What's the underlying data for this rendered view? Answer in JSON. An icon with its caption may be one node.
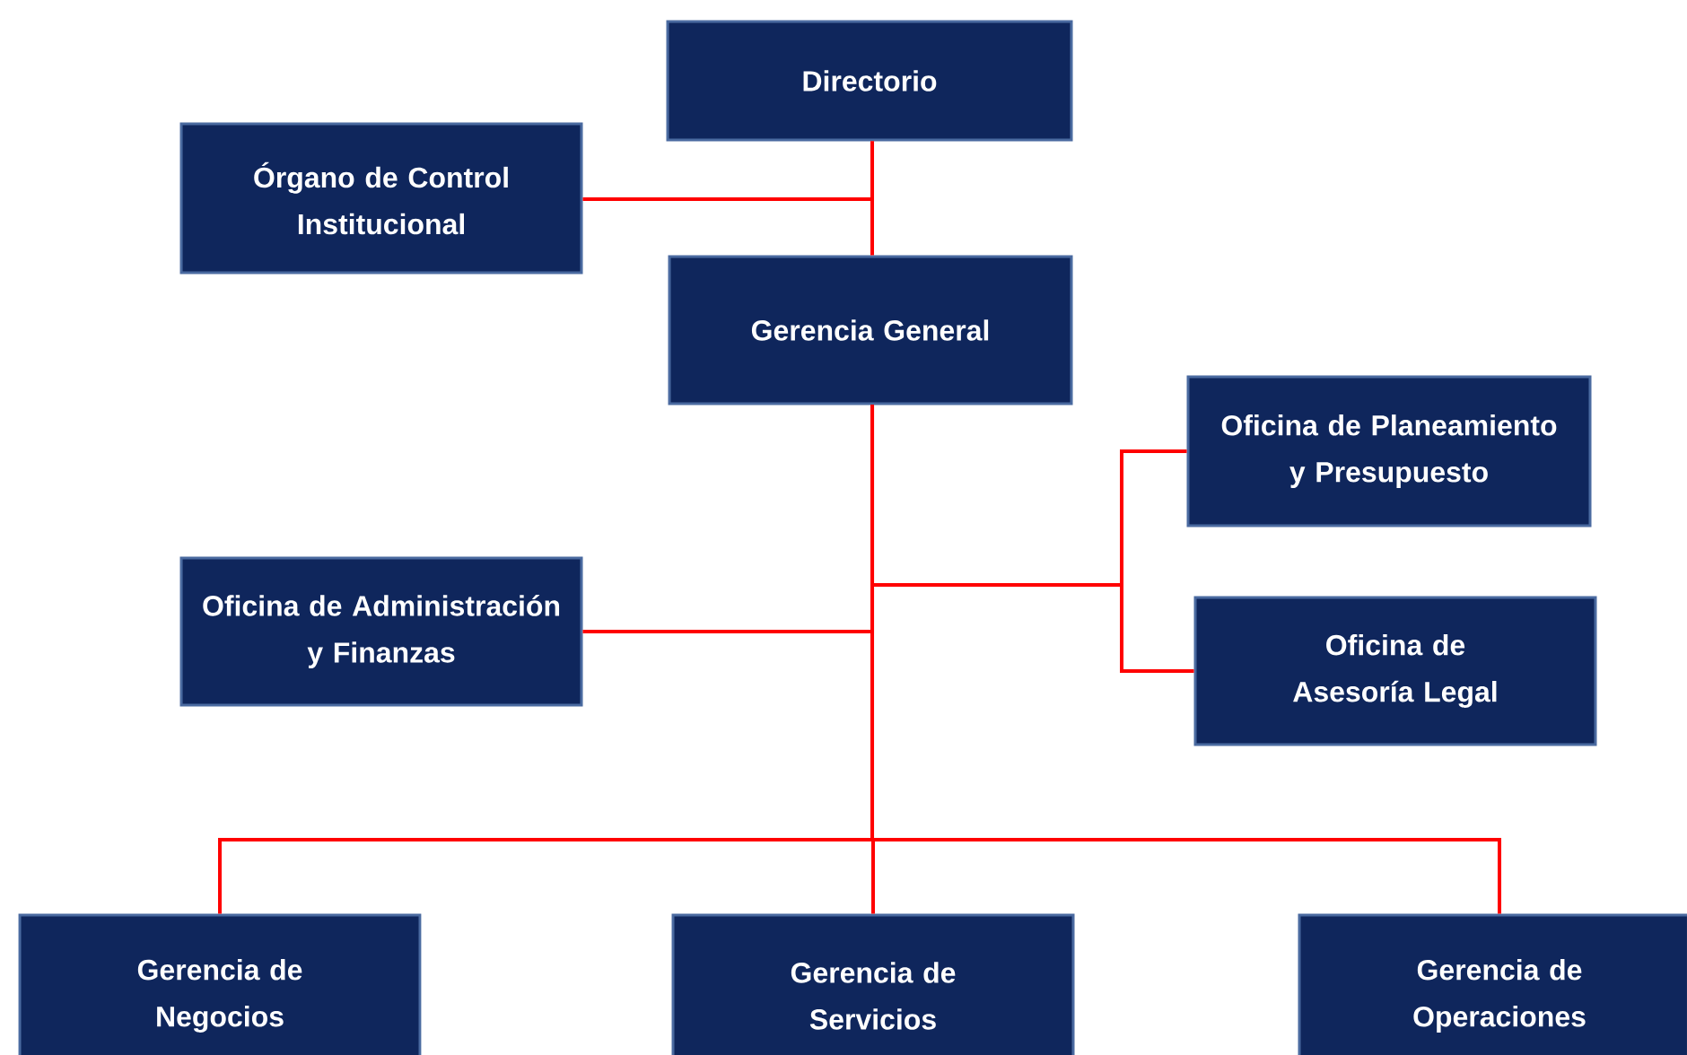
{
  "diagram": {
    "nodes": [
      {
        "text": [
          "Directorio"
        ]
      },
      {
        "text": [
          "Órgano de Control Institucional"
        ]
      },
      {
        "text": [
          "Gerencia General"
        ]
      },
      {
        "text": [
          "Oficina de Planeamiento y Presupuesto"
        ]
      },
      {
        "text": [
          "Oficina de Asesoría Legal"
        ]
      },
      {
        "text": [
          "Oficina de Administración y Finanzas"
        ]
      },
      {
        "text": [
          "Gerencia de Negocios"
        ]
      },
      {
        "text": [
          "Gerencia de Servicios"
        ]
      },
      {
        "text": [
          "Gerencia de Operaciones"
        ]
      }
    ],
    "edges": [
      {
        "from": 0,
        "to": 2,
        "arrow": "none"
      },
      {
        "from": 0,
        "to": 1,
        "arrow": "none"
      },
      {
        "from": 2,
        "to": 3,
        "arrow": "none"
      },
      {
        "from": 2,
        "to": 4,
        "arrow": "none"
      },
      {
        "from": 2,
        "to": 5,
        "arrow": "none"
      },
      {
        "from": 2,
        "to": 6,
        "arrow": "none"
      },
      {
        "from": 2,
        "to": 7,
        "arrow": "none"
      },
      {
        "from": 2,
        "to": 8,
        "arrow": "none"
      }
    ]
  }
}
